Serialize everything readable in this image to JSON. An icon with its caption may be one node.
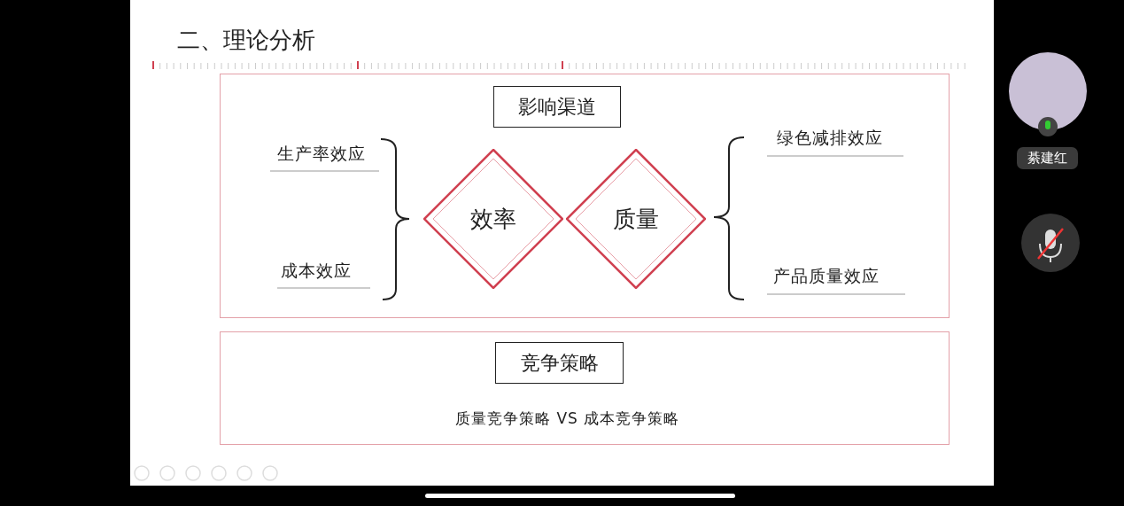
{
  "diagram": {
    "title": "二、理论分析",
    "nodes": [
      {
        "text": [],
        "shape": "box"
      },
      {
        "text": [
          "影响渠道"
        ],
        "in": 0
      },
      {
        "text": [
          "效率"
        ],
        "in": 0
      },
      {
        "text": [
          "质量"
        ],
        "in": 0
      },
      {
        "text": [],
        "shape": "box"
      },
      {
        "text": [
          "竞争策略"
        ],
        "in": 4
      },
      {
        "text": [
          "綦建红"
        ]
      }
    ],
    "edges": [],
    "labels": [
      "生产率效应",
      "成本效应",
      "绿色减排效应",
      "产品质量效应",
      "质量竞争策略 VS 成本竞争策略"
    ]
  }
}
